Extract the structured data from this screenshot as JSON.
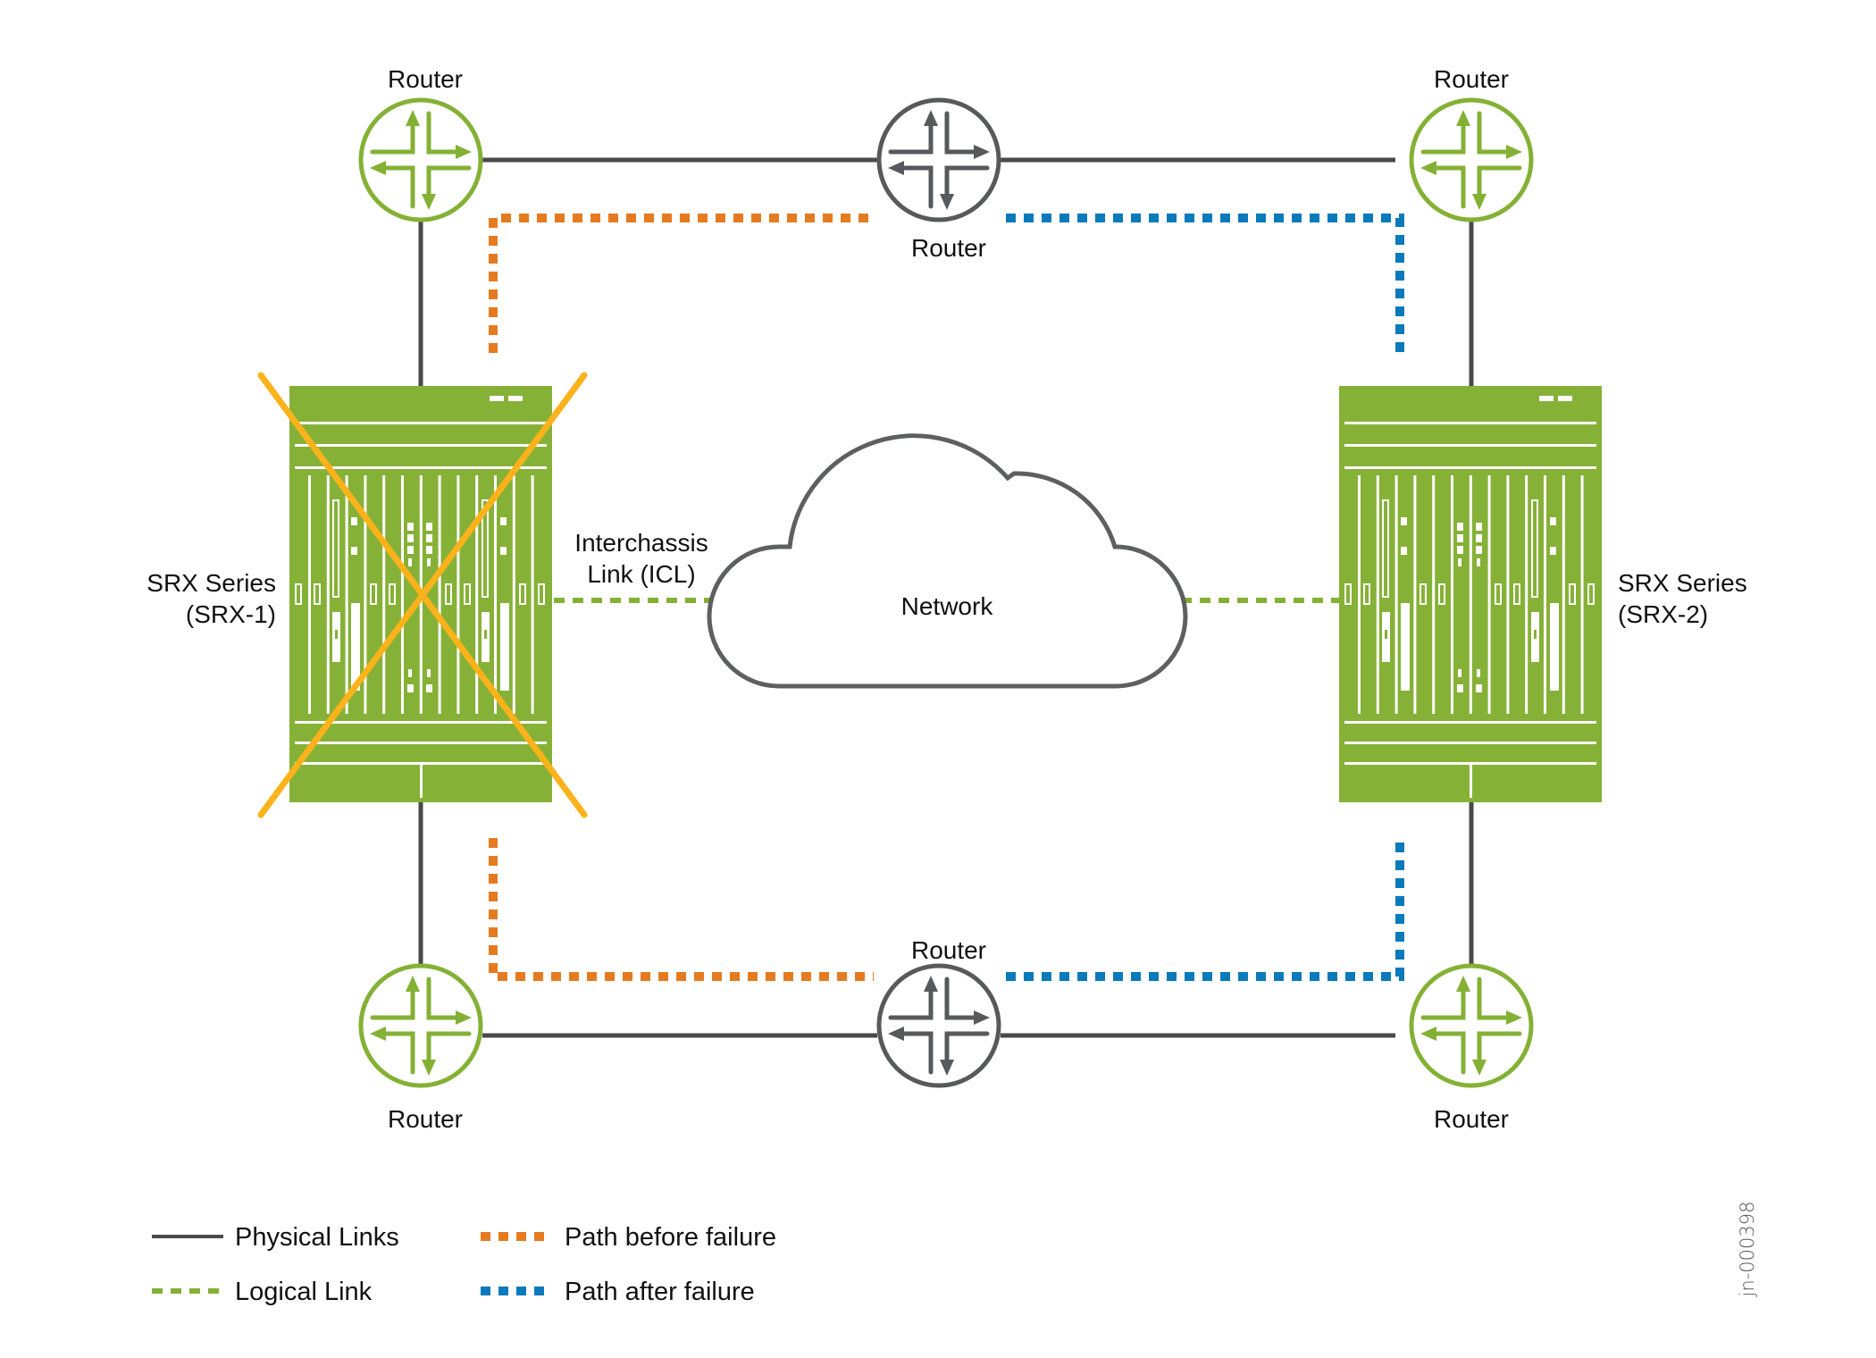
{
  "colors": {
    "physical_link": "#4a4a4a",
    "logical_link": "#84b135",
    "path_before": "#e57b20",
    "path_after": "#0a7abb",
    "chassis": "#86b137",
    "failure_x": "#fbb21b",
    "router_edge": "#84b135",
    "router_core": "#58595b",
    "cloud_stroke": "#5e5f61"
  },
  "nodes": {
    "router_top_left": {
      "label": "Router",
      "kind": "edge"
    },
    "router_top_center": {
      "label": "Router",
      "kind": "core"
    },
    "router_top_right": {
      "label": "Router",
      "kind": "edge"
    },
    "router_bottom_left": {
      "label": "Router",
      "kind": "edge"
    },
    "router_bottom_center": {
      "label": "Router",
      "kind": "core"
    },
    "router_bottom_right": {
      "label": "Router",
      "kind": "edge"
    },
    "srx1": {
      "label_line1": "SRX Series",
      "label_line2": "(SRX-1)",
      "status": "failed"
    },
    "srx2": {
      "label_line1": "SRX Series",
      "label_line2": "(SRX-2)",
      "status": "active"
    },
    "network": {
      "label": "Network",
      "icon": "cloud-icon"
    },
    "icl": {
      "label_line1": "Interchassis",
      "label_line2": "Link (ICL)"
    }
  },
  "legend": {
    "physical": "Physical Links",
    "logical": "Logical Link",
    "before": "Path before failure",
    "after": "Path after failure"
  },
  "watermark": "jn-000398"
}
